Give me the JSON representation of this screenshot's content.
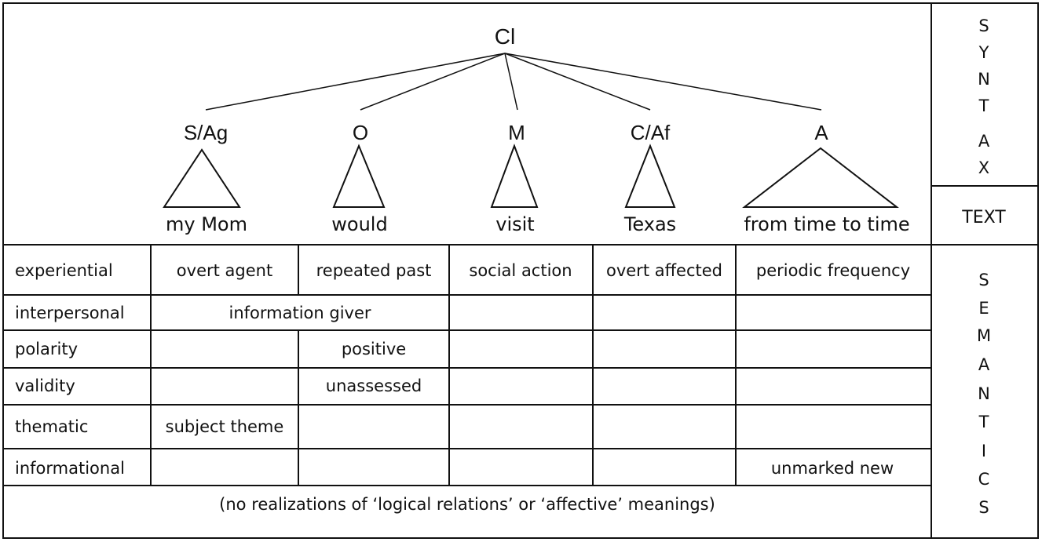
{
  "tree": {
    "root": "Cl",
    "constituents": [
      {
        "label": "S/Ag",
        "text": "my Mom"
      },
      {
        "label": "O",
        "text": "would"
      },
      {
        "label": "M",
        "text": "visit"
      },
      {
        "label": "C/Af",
        "text": "Texas"
      },
      {
        "label": "A",
        "text": "from time to time"
      }
    ]
  },
  "side_labels": {
    "syntax": [
      "S",
      "Y",
      "N",
      "T",
      "A",
      "X"
    ],
    "text": "TEXT",
    "semantics": [
      "S",
      "E",
      "M",
      "A",
      "N",
      "T",
      "I",
      "C",
      "S"
    ]
  },
  "rows": {
    "experiential": {
      "label": "experiential",
      "cells": [
        "overt agent",
        "repeated past",
        "social action",
        "overt affected",
        "periodic frequency"
      ]
    },
    "interpersonal": {
      "label": "interpersonal",
      "span_text": "information giver"
    },
    "polarity": {
      "label": "polarity",
      "span_text": "positive"
    },
    "validity": {
      "label": "validity",
      "span_text": "unassessed"
    },
    "thematic": {
      "label": "thematic",
      "cell_text": "subject theme"
    },
    "informational": {
      "label": "informational",
      "cell_text": "unmarked new"
    }
  },
  "footnote": "(no realizations of ‘logical relations’ or ‘affective’ meanings)"
}
